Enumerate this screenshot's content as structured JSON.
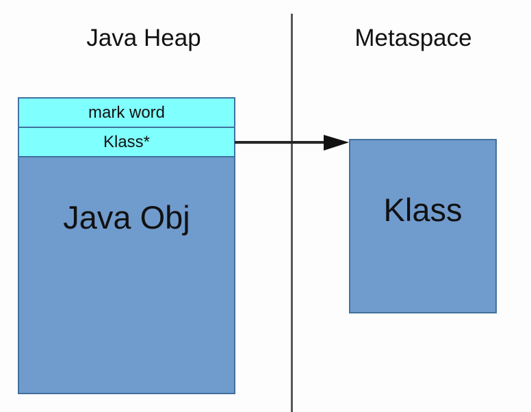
{
  "diagram": {
    "background_color": "#fdfdfd",
    "regions": [
      {
        "id": "heap",
        "title": "Java Heap"
      },
      {
        "id": "metaspace",
        "title": "Metaspace"
      }
    ],
    "divider": {
      "name": "region-divider",
      "color": "#575757"
    },
    "java_object": {
      "name": "java-object",
      "fill_color": "#709bcd",
      "border_color": "#41719c",
      "header_fill_color": "#80ffff",
      "cells": [
        {
          "label": "mark word"
        },
        {
          "label": "Klass*"
        }
      ],
      "body_label": "Java Obj"
    },
    "klass": {
      "name": "klass-object",
      "label": "Klass",
      "fill_color": "#709bcd",
      "border_color": "#41719c"
    },
    "arrow": {
      "name": "klass-pointer-arrow",
      "from": "Klass*",
      "to": "Klass",
      "color": "#262626"
    }
  }
}
